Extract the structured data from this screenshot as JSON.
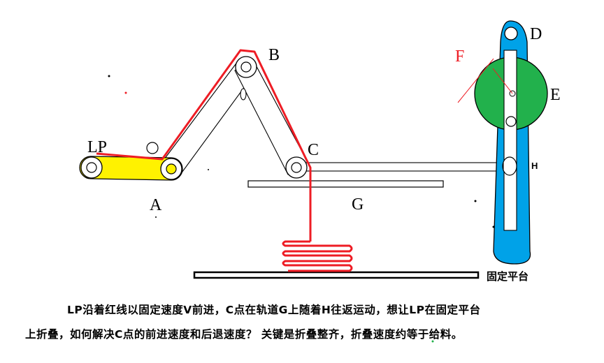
{
  "labels": {
    "lp": "LP",
    "a": "A",
    "b": "B",
    "c": "C",
    "d": "D",
    "e": "E",
    "f": "F",
    "g": "G",
    "h": "H",
    "platform": "固定平台"
  },
  "caption": {
    "line1": "LP沿着红线以固定速度V前进，C点在轨道G上随着H往返运动，想让LP在固定平台",
    "line2": "上折叠，如何解决C点的前进速度和后退速度？ 关键是折叠整齐，折叠速度约等于给料。"
  },
  "colors": {
    "red_path": "#ee1c24",
    "yellow_belt": "#fff200",
    "blue_arm": "#00a2e8",
    "green_disc": "#22b14c",
    "label_f": "#ed1c24"
  }
}
